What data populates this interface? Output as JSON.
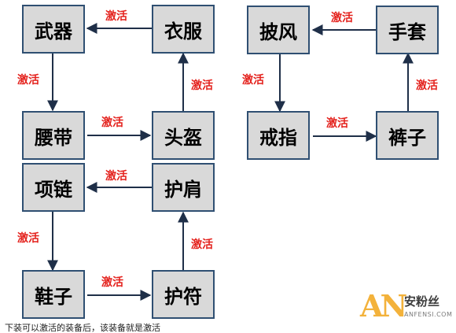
{
  "chains": {
    "left_top": {
      "weapon": "武器",
      "clothes": "衣服",
      "belt": "腰带",
      "helmet": "头盔"
    },
    "right": {
      "cloak": "披风",
      "gloves": "手套",
      "ring": "戒指",
      "pants": "裤子"
    },
    "left_bottom": {
      "necklace": "项链",
      "shoulder": "护肩",
      "shoes": "鞋子",
      "charm": "护符"
    }
  },
  "edge_label": "激活",
  "caption": "下装可以激活的装备后，该装备就是激活",
  "watermark": {
    "logo": "AN",
    "cn": "安粉丝",
    "url": "ANFENSI.COM"
  },
  "colors": {
    "box_fill": "#d9d9d9",
    "box_border": "#2f4f72",
    "arrow": "#1f2f48",
    "label": "#e4211c",
    "watermark": "#f2a51a"
  }
}
